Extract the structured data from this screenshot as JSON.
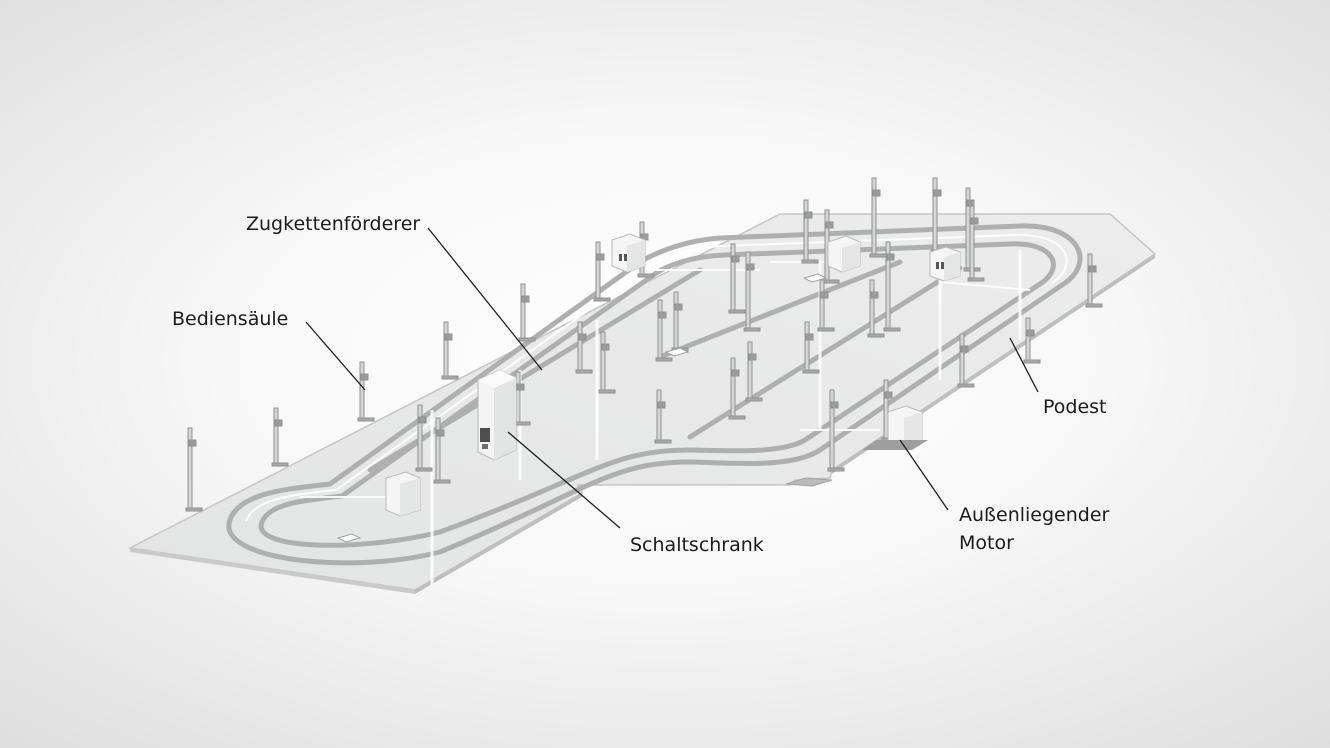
{
  "labels": {
    "zugkettenfoerderer": "Zugkettenförderer",
    "bediensaeule": "Bediensäule",
    "podest": "Podest",
    "schaltschrank": "Schaltschrank",
    "motor_line1": "Außenliegender",
    "motor_line2": "Motor"
  },
  "colors": {
    "background": "#f2f2f2",
    "platform": "#e6e7e7",
    "track": "#a9abab",
    "frame": "#b9bbbc",
    "leader_line": "#1e1e1e"
  }
}
